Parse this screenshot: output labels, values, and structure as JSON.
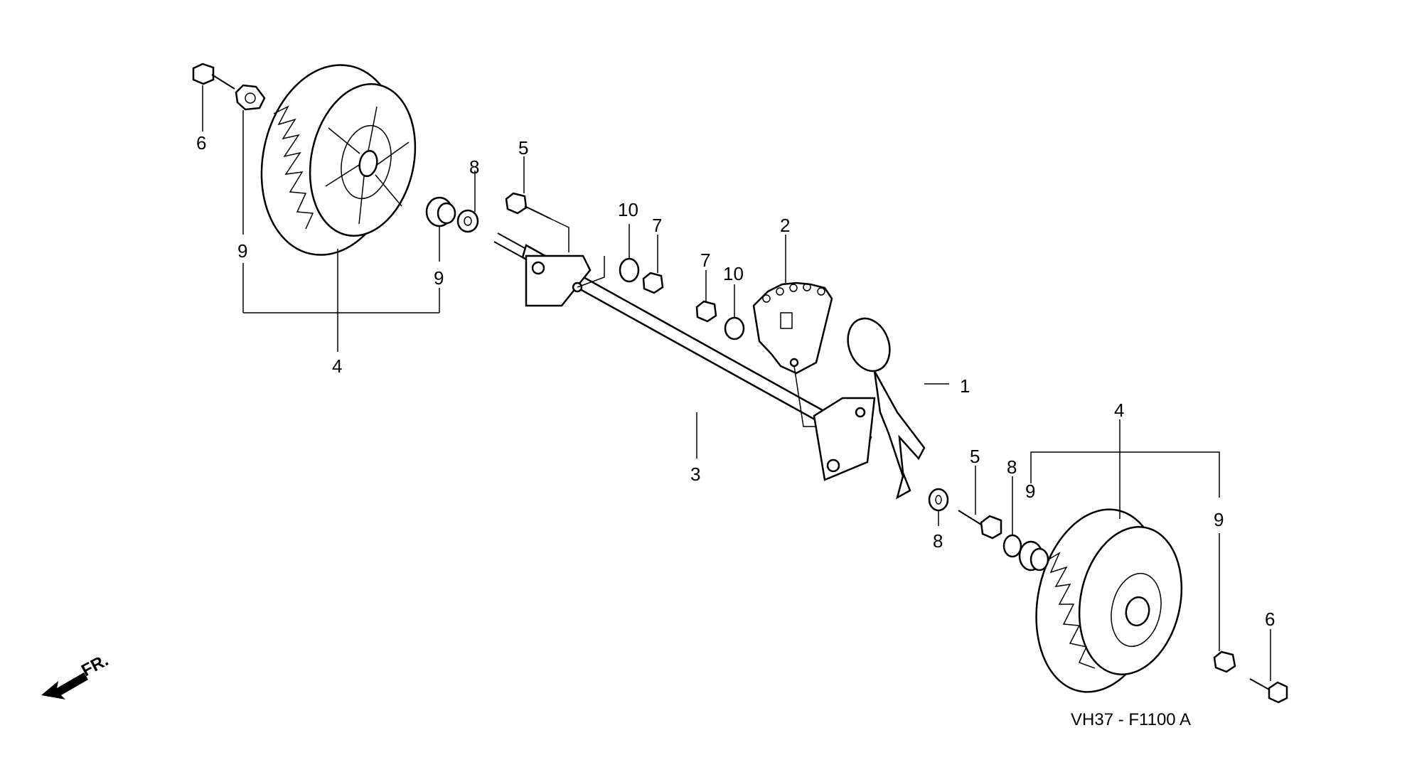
{
  "callouts": {
    "c1": "1",
    "c2": "2",
    "c3": "3",
    "c4_left": "4",
    "c4_right": "4",
    "c5_left": "5",
    "c5_right": "5",
    "c6_left": "6",
    "c6_right": "6",
    "c7_a": "7",
    "c7_b": "7",
    "c8_left": "8",
    "c8_mid": "8",
    "c8_right": "8",
    "c9_left_a": "9",
    "c9_left_b": "9",
    "c9_right_a": "9",
    "c9_right_b": "9",
    "c10_a": "10",
    "c10_b": "10"
  },
  "front_indicator": "FR.",
  "diagram_code": "VH37 - F1100 A"
}
